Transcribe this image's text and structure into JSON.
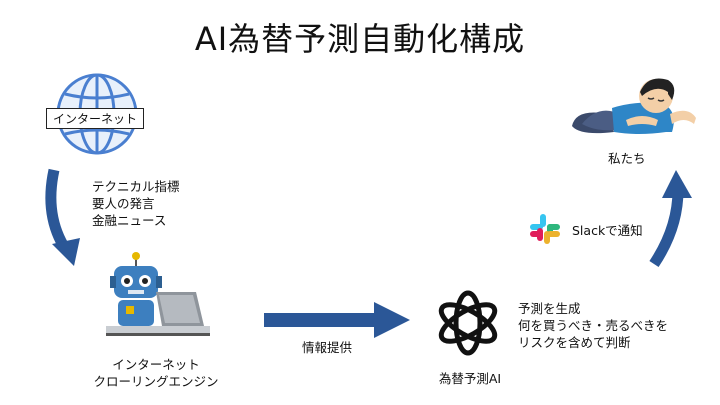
{
  "title": "AI為替予測自動化構成",
  "internet": {
    "label": "インターネット"
  },
  "sources": [
    "テクニカル指標",
    "要人の発言",
    "金融ニュース"
  ],
  "crawler": {
    "line1": "インターネット",
    "line2": "クローリングエンジン"
  },
  "arrow_label": "情報提供",
  "ai": {
    "label": "為替予測AI"
  },
  "tasks": [
    "予測を生成",
    "何を買うべき・売るべきを",
    "リスクを含めて判断"
  ],
  "notify": {
    "label": "Slackで通知"
  },
  "users": {
    "label": "私たち"
  },
  "colors": {
    "arrow": "#2b5797",
    "globe": "#4a7fd0",
    "robot": "#3d7fbf",
    "shirt": "#2e86c7"
  }
}
